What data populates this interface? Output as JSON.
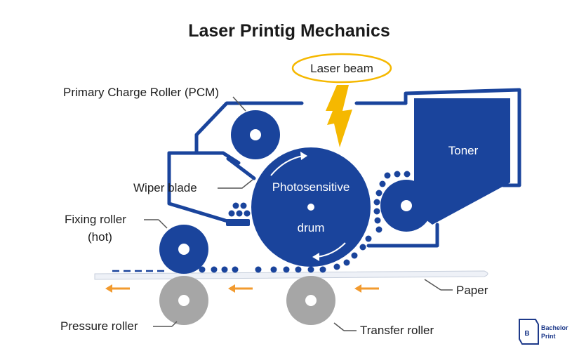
{
  "title": "Laser Printig Mechanics",
  "labels": {
    "laser_beam": "Laser beam",
    "primary_charge_roller": "Primary Charge Roller (PCM)",
    "toner": "Toner",
    "wiper_blade": "Wiper blade",
    "drum_line1": "Photosensitive",
    "drum_line2": "drum",
    "fixing_roller_line1": "Fixing roller",
    "fixing_roller_line2": "(hot)",
    "paper": "Paper",
    "pressure_roller": "Pressure roller",
    "transfer_roller": "Transfer roller"
  },
  "brand": {
    "line1": "Bachelor",
    "line2": "Print"
  },
  "colors": {
    "primary_blue": "#1a449c",
    "laser_yellow": "#f5b800",
    "paper_arrow_orange": "#f29a2e",
    "roller_gray": "#a6a6a6",
    "paper_fill": "#eef1f7"
  },
  "icons": [
    "lightning-bolt-icon",
    "rotation-arrow-icon",
    "paper-direction-arrow-icon",
    "bachelorprint-logo-icon"
  ]
}
